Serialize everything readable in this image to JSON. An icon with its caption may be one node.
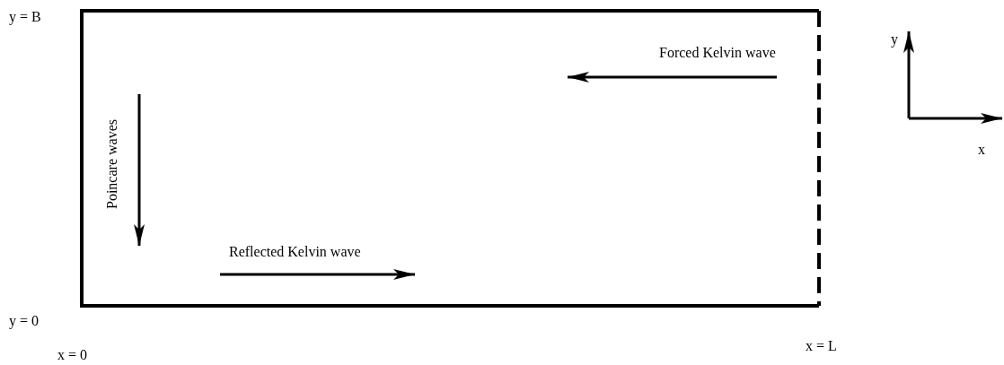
{
  "diagram": {
    "labels": [
      "y = B",
      "Forced Kelvin wave",
      "y",
      "Poincare waves",
      "x",
      "Reflected Kelvin wave",
      "y = 0",
      "x = 0",
      "x = L"
    ]
  }
}
